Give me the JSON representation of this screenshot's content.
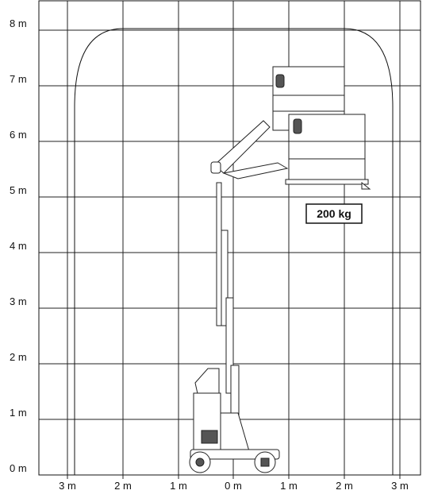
{
  "y_axis": {
    "unit": "m",
    "ticks": [
      "0 m",
      "1 m",
      "2 m",
      "3 m",
      "4 m",
      "5 m",
      "6 m",
      "7 m",
      "8 m"
    ]
  },
  "x_axis": {
    "unit": "m",
    "ticks": [
      "3 m",
      "2 m",
      "1 m",
      "0 m",
      "1 m",
      "2 m",
      "3 m"
    ]
  },
  "load_label": "200 kg",
  "working_envelope": {
    "max_height_m": 8.05,
    "reach_left_m": -2.85,
    "reach_right_m": 2.85,
    "side_height_m": 6.5
  },
  "colors": {
    "lines": "#222222",
    "background": "#ffffff"
  }
}
